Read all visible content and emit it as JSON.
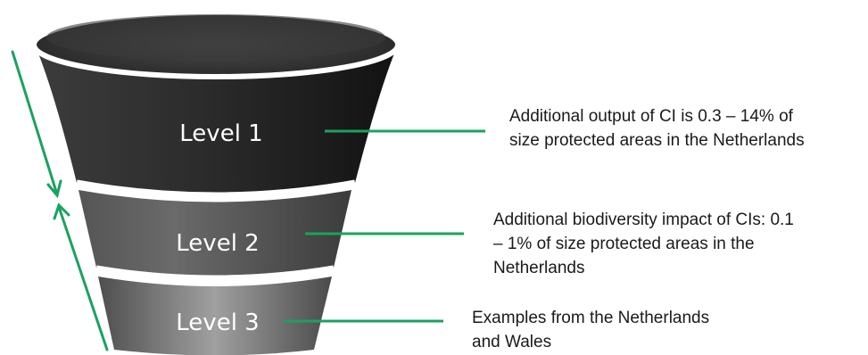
{
  "funnel": {
    "levels": [
      {
        "label": "Level 1"
      },
      {
        "label": "Level 2"
      },
      {
        "label": "Level 3"
      }
    ]
  },
  "annotations": [
    {
      "text": "Additional output of CI is 0.3 – 14% of\nsize protected areas in the Netherlands"
    },
    {
      "text": "Additional biodiversity impact of CIs: 0.1\n– 1% of size protected areas in the\nNetherlands"
    },
    {
      "text": "Examples from the Netherlands\nand Wales"
    }
  ],
  "colors": {
    "connector": "#1aa260",
    "arrow": "#1aa260",
    "level_1": "#2b2b2b",
    "level_2": "#5a5a5a",
    "level_3": "#6e6e6e",
    "separator": "#ffffff"
  }
}
